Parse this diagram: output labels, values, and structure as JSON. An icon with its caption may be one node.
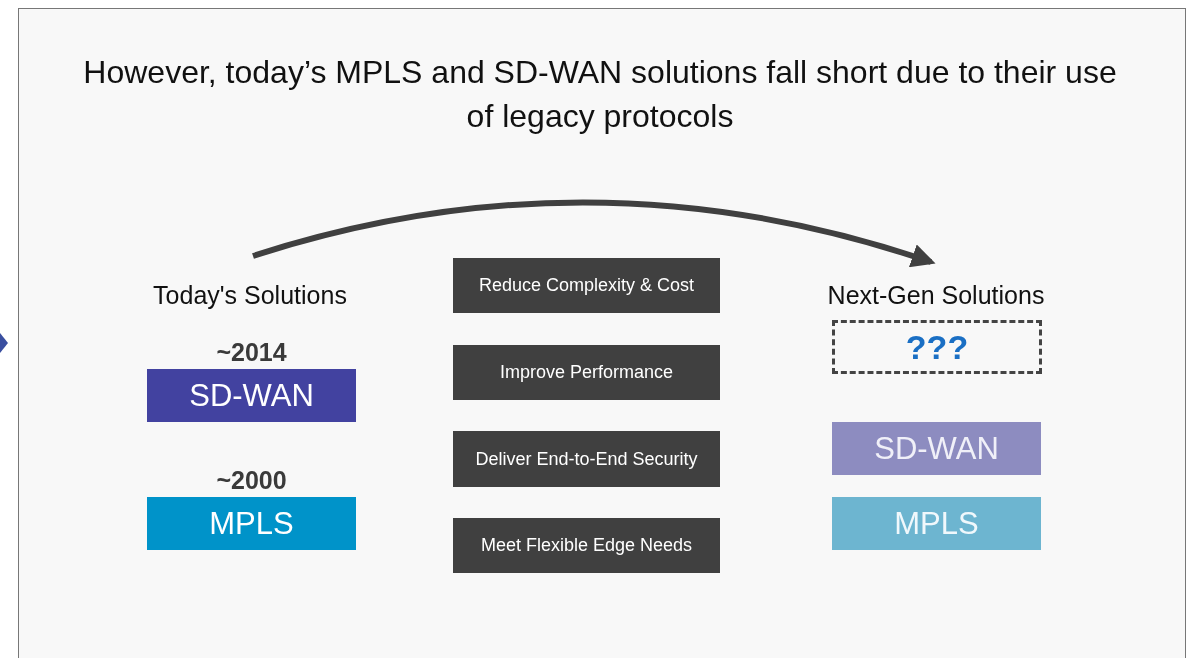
{
  "diagram": {
    "title": "However, today’s MPLS and SD-WAN solutions fall short due to their use of legacy protocols",
    "nodes": [
      {
        "text": [
          "Today's Solutions"
        ]
      },
      {
        "text": [
          "Next-Gen Solutions"
        ]
      },
      {
        "text": [
          "SD-WAN"
        ],
        "beside": [
          "~2014"
        ]
      },
      {
        "text": [
          "MPLS"
        ],
        "beside": [
          "~2000"
        ]
      },
      {
        "text": [
          "Reduce Complexity & Cost"
        ]
      },
      {
        "text": [
          "Improve Performance"
        ]
      },
      {
        "text": [
          "Deliver End-to-End Security"
        ]
      },
      {
        "text": [
          "Meet Flexible Edge Needs"
        ]
      },
      {
        "text": [
          "???"
        ]
      },
      {
        "text": [
          "SD-WAN"
        ]
      },
      {
        "text": [
          "MPLS"
        ]
      }
    ],
    "edges": [
      {
        "from": 0,
        "to": 1,
        "arrow": "to"
      }
    ]
  }
}
